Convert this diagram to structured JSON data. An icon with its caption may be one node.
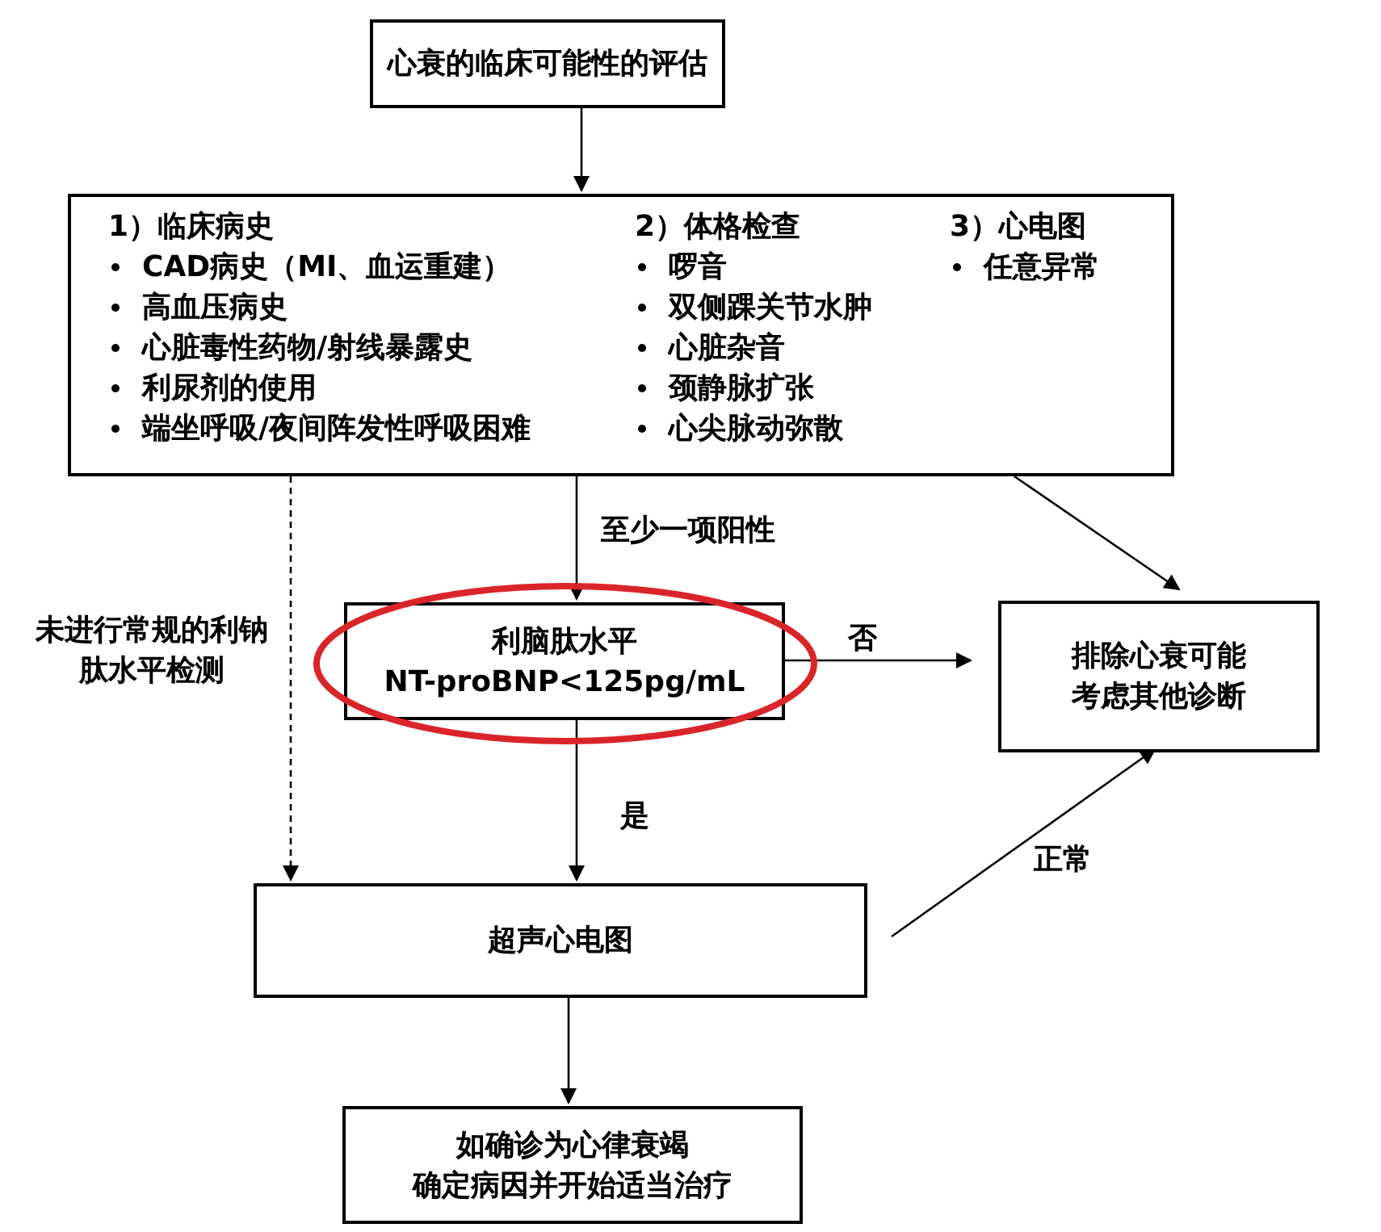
{
  "diagram": {
    "nodes": [
      {
        "text": [
          "心衰的临床可能性的评估"
        ]
      },
      {
        "text": [
          "1）临床病史",
          "CAD病史（MI、血运重建）",
          "高血压病史",
          "心脏毒性药物/射线暴露史",
          "利尿剂的使用",
          "端坐呼吸/夜间阵发性呼吸困难",
          "2）体格检查",
          "啰音",
          "双侧踝关节水肿",
          "心脏杂音",
          "颈静脉扩张",
          "心尖脉动弥散",
          "3）心电图",
          "任意异常"
        ]
      },
      {
        "text": [
          "利脑肽水平",
          "NT-proBNP<125pg/mL"
        ]
      },
      {
        "text": [
          "排除心衰可能",
          "考虑其他诊断"
        ]
      },
      {
        "text": [
          "超声心电图"
        ]
      },
      {
        "text": [
          "如确诊为心律衰竭",
          "确定病因并开始适当治疗"
        ]
      }
    ],
    "edges": [
      {
        "from": 0,
        "to": 1,
        "arrow": "to"
      },
      {
        "from": 1,
        "to": 2,
        "arrow": "to",
        "label": "至少一项阳性"
      },
      {
        "from": 1,
        "to": 3,
        "arrow": "to"
      },
      {
        "from": 2,
        "to": 3,
        "arrow": "to",
        "label": "否"
      },
      {
        "from": 2,
        "to": 4,
        "arrow": "to",
        "label": "是"
      },
      {
        "from": 4,
        "to": 3,
        "arrow": "to",
        "label": "正常"
      },
      {
        "from": 4,
        "to": 5,
        "arrow": "to"
      },
      {
        "from": 1,
        "to": 4,
        "arrow": "to",
        "style": "dashed",
        "label": "未进行常规的利钠肽水平检测"
      }
    ]
  }
}
